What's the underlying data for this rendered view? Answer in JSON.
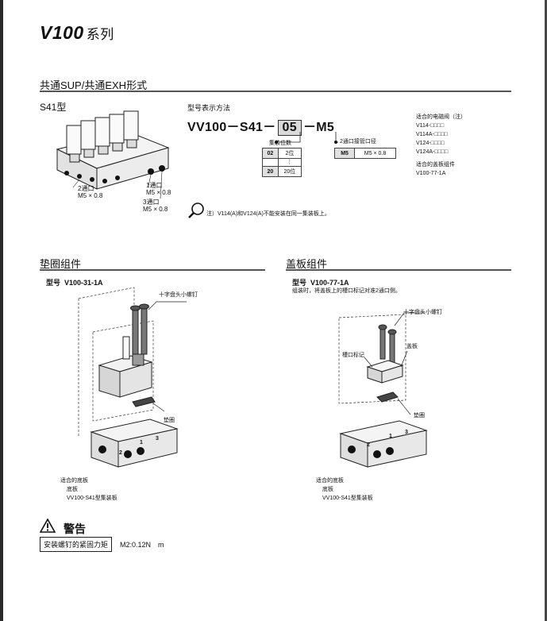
{
  "header": {
    "series_model": "V100",
    "series_suffix": "系列"
  },
  "section_main": {
    "title": "共通SUP/共通EXH形式",
    "type_label": "S41型",
    "port2_label": "2通口",
    "port2_size": "M5 × 0.8",
    "port1_label": "1通口",
    "port1_size": "M5 × 0.8",
    "port3_label": "3通口",
    "port3_size": "M5 × 0.8"
  },
  "model_notation": {
    "heading": "型号表示方法",
    "prefix": "VV100",
    "dash1": "－",
    "middle": "S41",
    "dash2": "－",
    "boxed": "05",
    "dash3": "－",
    "suffix": "M5",
    "stations_label": "集装位数",
    "stations_table": [
      {
        "code": "02",
        "value": "2位"
      },
      {
        "code": "20",
        "value": "20位"
      }
    ],
    "stations_dots": "⋮",
    "port_label": "2通口接管口径",
    "port_table": [
      {
        "code": "M5",
        "value": "M5 × 0.8"
      }
    ]
  },
  "applicable": {
    "valves_title": "适合的电磁阀（注）",
    "valves": [
      "V114-□□□□",
      "V114A-□□□□",
      "V124-□□□□",
      "V124A-□□□□"
    ],
    "plate_title": "适合的盖板组件",
    "plate": "V100-77-1A"
  },
  "note": "注）V114(A)和V124(A)不能安装在同一集装板上。",
  "gasket_section": {
    "title": "垫圈组件",
    "model_label": "型号",
    "model": "V100-31-1A",
    "screw_label": "十字盘头小螺钉",
    "gasket_label": "垫圈",
    "base_title": "适合的底板",
    "base_sub": "底板",
    "base_model": "VV100-S41型集装板",
    "port_mark_1": "1",
    "port_mark_2": "2",
    "port_mark_3": "3"
  },
  "cover_section": {
    "title": "盖板组件",
    "model_label": "型号",
    "model": "V100-77-1A",
    "assembly_note": "组装时，将盖板上的槽口标记对准2通口侧。",
    "screw_label": "十字盘头小螺钉",
    "notch_label": "槽口标记",
    "plate_label": "盖板",
    "gasket_label": "垫圈",
    "base_title": "适合的底板",
    "base_sub": "底板",
    "base_model": "VV100-S41型集装板",
    "port_mark_1": "1",
    "port_mark_2": "2",
    "port_mark_3": "3"
  },
  "warning": {
    "title": "警告",
    "torque_label": "安装螺钉的紧固力矩",
    "torque_value": "M2:0.12N　m"
  }
}
